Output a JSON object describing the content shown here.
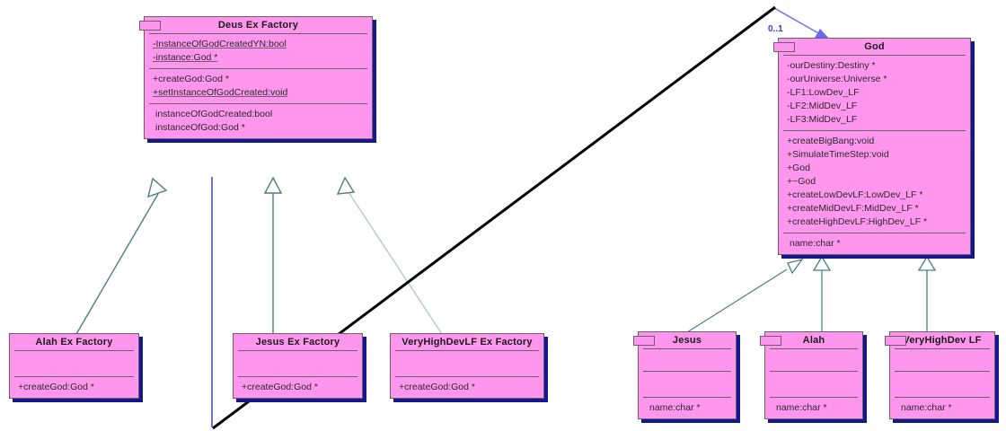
{
  "diagram": {
    "type": "uml-class-diagram",
    "background": "#ffffff",
    "class_fill": "#ff96ee",
    "class_border": "#6b5f6b",
    "class_shadow": "#15178c",
    "inheritance_line_color": "#4c7d7d",
    "association_line_color": "#4a4ae0",
    "annotation_line_color": "#000000",
    "multiplicity_label": "0..1"
  },
  "classes": {
    "deus_ex_factory": {
      "name": "Deus Ex Factory",
      "attributes": [
        "-InstanceOfGodCreatedYN:bool",
        "-instance:God *"
      ],
      "operations": [
        "+createGod:God *",
        "+setInstanceOfGodCreated:void"
      ],
      "extra": [
        "instanceOfGodCreated:bool",
        "instanceOfGod:God *"
      ]
    },
    "god": {
      "name": "God",
      "attributes": [
        "-ourDestiny:Destiny *",
        "-ourUniverse:Universe *",
        "-LF1:LowDev_LF",
        "-LF2:MidDev_LF",
        "-LF3:MidDev_LF"
      ],
      "operations": [
        "+createBigBang:void",
        "+SimulateTimeStep:void",
        "+God",
        "+~God",
        "+createLowDevLF:LowDev_LF *",
        "+createMidDevLF:MidDev_LF *",
        "+createHighDevLF:HighDev_LF *"
      ],
      "extra": [
        "name:char *"
      ]
    },
    "alah_ex_factory": {
      "name": "Alah Ex Factory",
      "attributes": [],
      "operations": [
        "+createGod:God *"
      ]
    },
    "jesus_ex_factory": {
      "name": "Jesus Ex Factory",
      "attributes": [],
      "operations": [
        "+createGod:God *"
      ]
    },
    "veryhighdevlf_ex_factory": {
      "name": "VeryHighDevLF Ex Factory",
      "attributes": [],
      "operations": [
        "+createGod:God *"
      ]
    },
    "jesus": {
      "name": "Jesus",
      "attributes": [],
      "operations": [],
      "extra": [
        "name:char *"
      ]
    },
    "alah": {
      "name": "Alah",
      "attributes": [],
      "operations": [],
      "extra": [
        "name:char *"
      ]
    },
    "veryhighdev_lf": {
      "name": "VeryHighDev LF",
      "attributes": [],
      "operations": [],
      "extra": [
        "name:char *"
      ]
    }
  }
}
